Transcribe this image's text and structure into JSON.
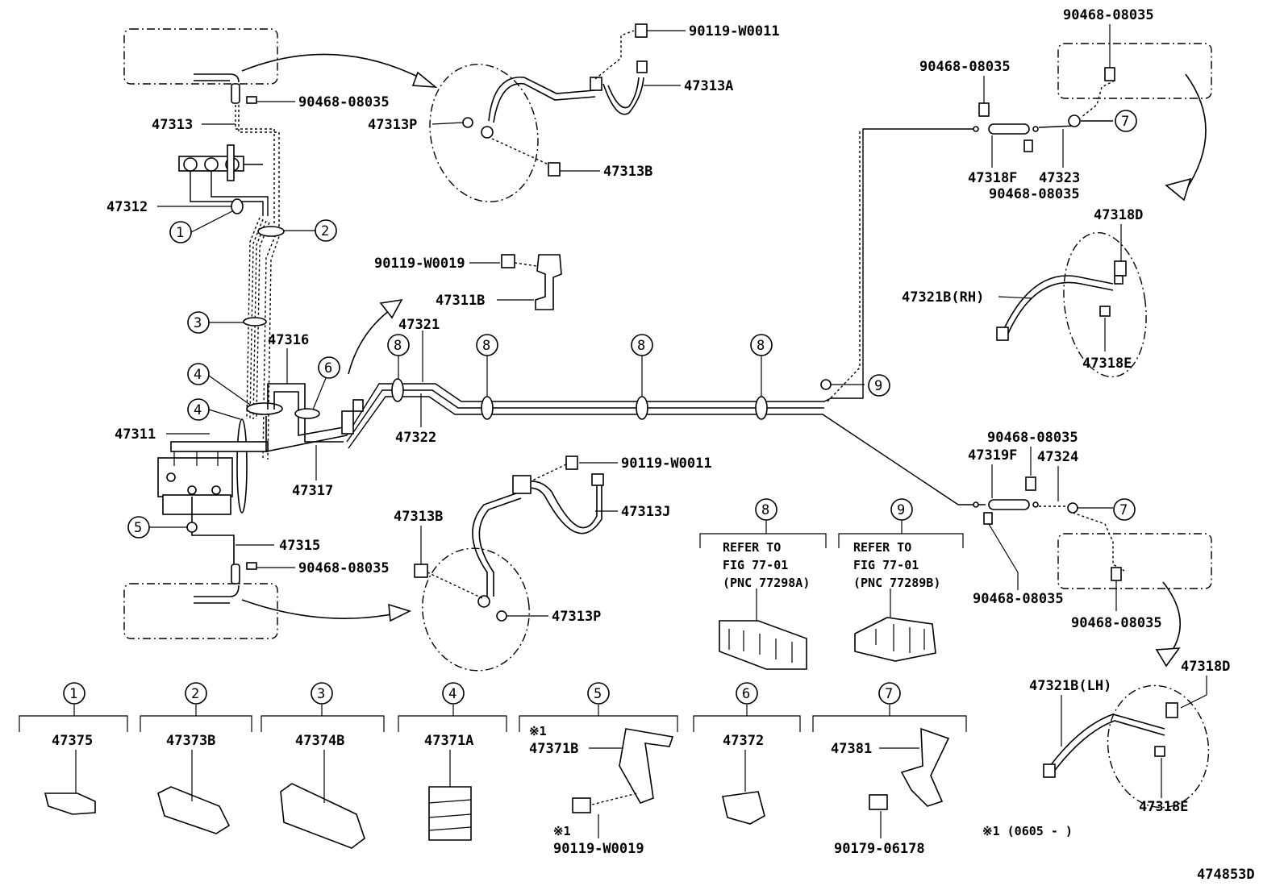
{
  "callouts": {
    "c_90119_W0011_top": "90119-W0011",
    "c_47313A": "47313A",
    "c_47313P_top": "47313P",
    "c_47313B_top": "47313B",
    "c_90468_08035_a": "90468-08035",
    "c_47313": "47313",
    "c_47312": "47312",
    "c_90119_W0019_mid": "90119-W0019",
    "c_47311B": "47311B",
    "c_47316": "47316",
    "c_47321": "47321",
    "c_47322": "47322",
    "c_47311": "47311",
    "c_47317": "47317",
    "c_47315": "47315",
    "c_90468_08035_b": "90468-08035",
    "c_90119_W0011_bot": "90119-W0011",
    "c_47313J": "47313J",
    "c_47313B_bot": "47313B",
    "c_47313P_bot": "47313P",
    "c_90468_08035_tr": "90468-08035",
    "c_90468_08035_tl": "90468-08035",
    "c_47318F": "47318F",
    "c_47323": "47323",
    "c_90468_08035_c": "90468-08035",
    "c_47318D_top": "47318D",
    "c_47321B_RH": "47321B(RH)",
    "c_47318E_top": "47318E",
    "c_90468_08035_d": "90468-08035",
    "c_47319F": "47319F",
    "c_47324": "47324",
    "c_90468_08035_e": "90468-08035",
    "c_90468_08035_f": "90468-08035",
    "c_47318D_bot": "47318D",
    "c_47321B_LH": "47321B(LH)",
    "c_47318E_bot": "47318E"
  },
  "markers": [
    "1",
    "2",
    "3",
    "4",
    "5",
    "6",
    "7",
    "8",
    "9"
  ],
  "refer8": {
    "l1": "REFER TO",
    "l2": "FIG 77-01",
    "l3": "(PNC 77298A)"
  },
  "refer9": {
    "l1": "REFER TO",
    "l2": "FIG 77-01",
    "l3": "(PNC 77289B)"
  },
  "legend": {
    "p1": "47375",
    "p2": "47373B",
    "p3": "47374B",
    "p4": "47371A",
    "p5a": "47371B",
    "p5b": "90119-W0019",
    "p6": "47372",
    "p7a": "47381",
    "p7b": "90179-06178",
    "note_mark": "※1",
    "note_date": "※1 (0605 -      )"
  },
  "figure_id": "474853D"
}
